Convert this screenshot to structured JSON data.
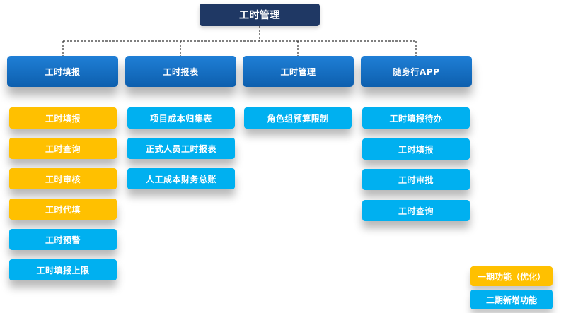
{
  "root": {
    "label": "工时管理"
  },
  "columns": [
    {
      "label": "工时填报",
      "items": [
        {
          "label": "工时填报",
          "phase": 1
        },
        {
          "label": "工时查询",
          "phase": 1
        },
        {
          "label": "工时审核",
          "phase": 1
        },
        {
          "label": "工时代填",
          "phase": 1
        },
        {
          "label": "工时预警",
          "phase": 2
        },
        {
          "label": "工时填报上限",
          "phase": 2
        }
      ]
    },
    {
      "label": "工时报表",
      "items": [
        {
          "label": "项目成本归集表",
          "phase": 2
        },
        {
          "label": "正式人员工时报表",
          "phase": 2
        },
        {
          "label": "人工成本财务总账",
          "phase": 2
        }
      ]
    },
    {
      "label": "工时管理",
      "items": [
        {
          "label": "角色组预算限制",
          "phase": 2
        }
      ]
    },
    {
      "label": "随身行APP",
      "items": [
        {
          "label": "工时填报待办",
          "phase": 2
        },
        {
          "label": "工时填报",
          "phase": 2
        },
        {
          "label": "工时审批",
          "phase": 2
        },
        {
          "label": "工时查询",
          "phase": 2
        }
      ]
    }
  ],
  "legend": {
    "phase1": {
      "label": "一期功能（优化）",
      "color": "#ffc000"
    },
    "phase2": {
      "label": "二期新增功能",
      "color": "#00b0f0"
    }
  },
  "colors": {
    "root": "#1f3864",
    "category": "#0d5fae",
    "connector": "#333333"
  }
}
